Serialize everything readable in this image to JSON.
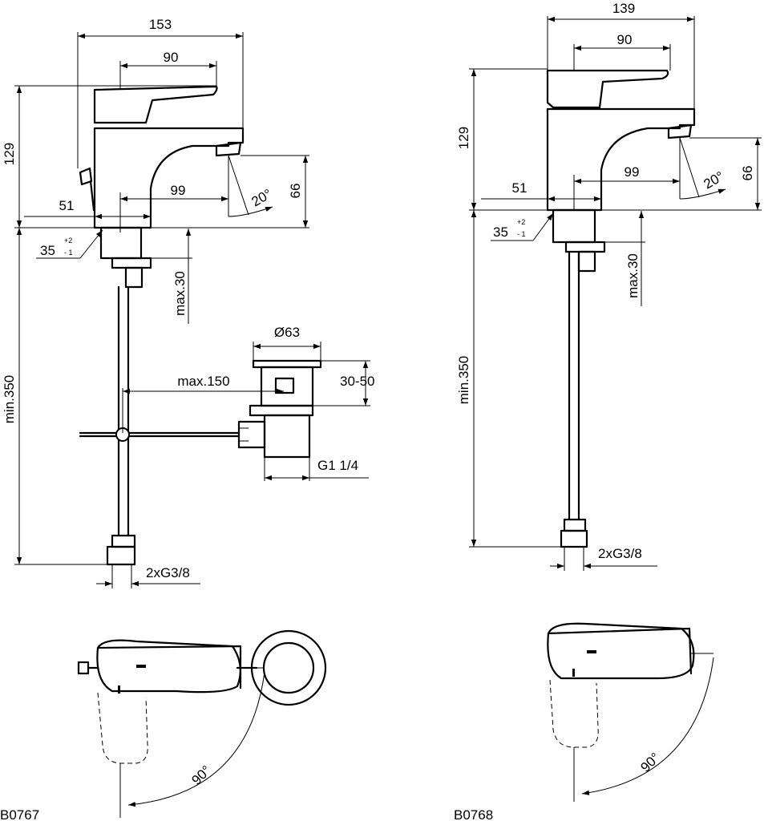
{
  "left_drawing": {
    "model": "B0767",
    "dim_width": "153",
    "dim_lever": "90",
    "dim_height": "129",
    "dim_spout_reach": "99",
    "dim_base": "51",
    "dim_spout_height": "66",
    "angle_spout": "20°",
    "hole_diameter": "35",
    "tolerance_upper": "+2",
    "tolerance_lower": "- 1",
    "max_thickness": "max.30",
    "min_hose": "min.350",
    "waste_diameter": "Ø63",
    "waste_range": "30-50",
    "pull_rod": "max.150",
    "waste_thread": "G1 1/4",
    "connections": "2xG3/8",
    "lever_rotation": "90°"
  },
  "right_drawing": {
    "model": "B0768",
    "dim_width": "139",
    "dim_lever": "90",
    "dim_height": "129",
    "dim_spout_reach": "99",
    "dim_base": "51",
    "dim_spout_height": "66",
    "angle_spout": "20°",
    "hole_diameter": "35",
    "tolerance_upper": "+2",
    "tolerance_lower": "- 1",
    "max_thickness": "max.30",
    "min_hose": "min.350",
    "connections": "2xG3/8",
    "lever_rotation": "90°"
  }
}
